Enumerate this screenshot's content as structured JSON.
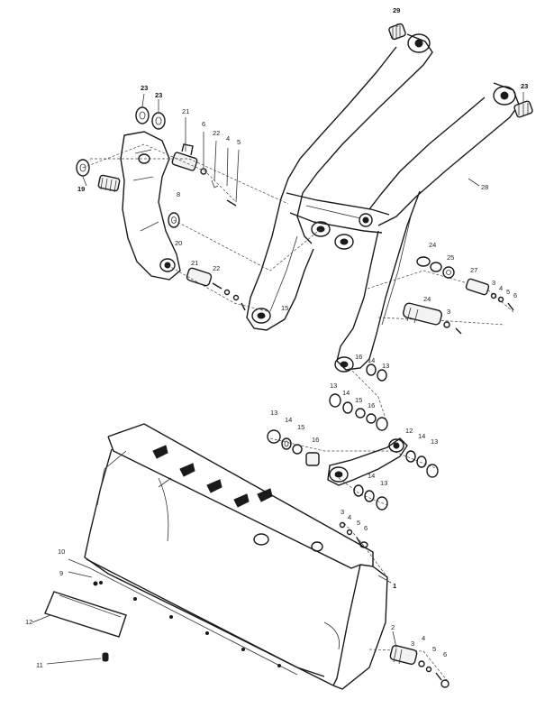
{
  "diagram": {
    "callouts": [
      {
        "id": "c29a",
        "text": "29"
      },
      {
        "id": "c23a",
        "text": "23"
      },
      {
        "id": "c23b",
        "text": "23"
      },
      {
        "id": "c23c",
        "text": "23"
      },
      {
        "id": "c21a",
        "text": "21"
      },
      {
        "id": "c6a",
        "text": "6"
      },
      {
        "id": "c22a",
        "text": "22"
      },
      {
        "id": "c4a",
        "text": "4"
      },
      {
        "id": "c5a",
        "text": "5"
      },
      {
        "id": "c19",
        "text": "19"
      },
      {
        "id": "c8a",
        "text": "8"
      },
      {
        "id": "c20",
        "text": "20"
      },
      {
        "id": "c21b",
        "text": "21"
      },
      {
        "id": "c22b",
        "text": "22"
      },
      {
        "id": "c28",
        "text": "28"
      },
      {
        "id": "c24a",
        "text": "24"
      },
      {
        "id": "c25",
        "text": "25"
      },
      {
        "id": "c27",
        "text": "27"
      },
      {
        "id": "c3a",
        "text": "3"
      },
      {
        "id": "c4b",
        "text": "4"
      },
      {
        "id": "c5b",
        "text": "5"
      },
      {
        "id": "c6b",
        "text": "6"
      },
      {
        "id": "c24b",
        "text": "24"
      },
      {
        "id": "c3b",
        "text": "3"
      },
      {
        "id": "c15a",
        "text": "15"
      },
      {
        "id": "c16a",
        "text": "16"
      },
      {
        "id": "c14a",
        "text": "14"
      },
      {
        "id": "c13a",
        "text": "13"
      },
      {
        "id": "c13b",
        "text": "13"
      },
      {
        "id": "c14b",
        "text": "14"
      },
      {
        "id": "c15b",
        "text": "15"
      },
      {
        "id": "c16b",
        "text": "16"
      },
      {
        "id": "c13c",
        "text": "13"
      },
      {
        "id": "c14c",
        "text": "14"
      },
      {
        "id": "c15c",
        "text": "15"
      },
      {
        "id": "c16c",
        "text": "16"
      },
      {
        "id": "c12a",
        "text": "12"
      },
      {
        "id": "c14d",
        "text": "14"
      },
      {
        "id": "c13d",
        "text": "13"
      },
      {
        "id": "c14e",
        "text": "14"
      },
      {
        "id": "c13e",
        "text": "13"
      },
      {
        "id": "c3c",
        "text": "3"
      },
      {
        "id": "c4c",
        "text": "4"
      },
      {
        "id": "c5c",
        "text": "5"
      },
      {
        "id": "c6c",
        "text": "6"
      },
      {
        "id": "c1",
        "text": "1"
      },
      {
        "id": "c10",
        "text": "10"
      },
      {
        "id": "c9",
        "text": "9"
      },
      {
        "id": "c12b",
        "text": "12"
      },
      {
        "id": "c11",
        "text": "11"
      },
      {
        "id": "c2",
        "text": "2"
      },
      {
        "id": "c3d",
        "text": "3"
      },
      {
        "id": "c4d",
        "text": "4"
      },
      {
        "id": "c5d",
        "text": "5"
      },
      {
        "id": "c6d",
        "text": "6"
      }
    ]
  }
}
